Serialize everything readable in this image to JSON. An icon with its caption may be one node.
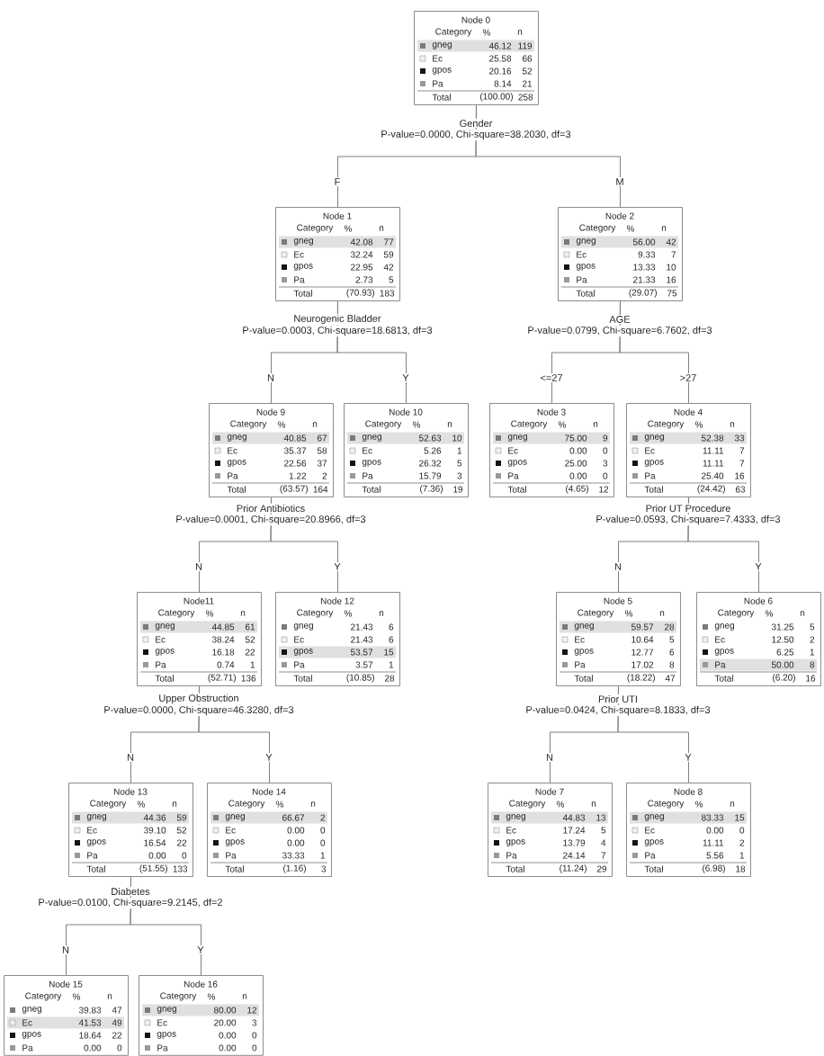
{
  "diagram": {
    "nodes": [
      {
        "text": [
          "Node 0",
          "Category",
          "%",
          "n",
          "gneg",
          "46.12",
          "119",
          "Ec",
          "25.58",
          "66",
          "gpos",
          "20.16",
          "52",
          "Pa",
          "8.14",
          "21",
          "Total",
          "(100.00)",
          "258"
        ],
        "beside": [
          "Gender",
          "P-value=0.0000, Chi-square=38.2030, df=3"
        ]
      },
      {
        "text": [
          "Node 1",
          "Category",
          "%",
          "n",
          "gneg",
          "42.08",
          "77",
          "Ec",
          "32.24",
          "59",
          "gpos",
          "22.95",
          "42",
          "Pa",
          "2.73",
          "5",
          "Total",
          "(70.93)",
          "183"
        ],
        "beside": [
          "Neurogenic Bladder",
          "P-value=0.0003, Chi-square=18.6813, df=3"
        ]
      },
      {
        "text": [
          "Node 2",
          "Category",
          "%",
          "n",
          "gneg",
          "56.00",
          "42",
          "Ec",
          "9.33",
          "7",
          "gpos",
          "13.33",
          "10",
          "Pa",
          "21.33",
          "16",
          "Total",
          "(29.07)",
          "75"
        ],
        "beside": [
          "AGE",
          "P-value=0.0799, Chi-square=6.7602, df=3"
        ]
      },
      {
        "text": [
          "Node 9",
          "Category",
          "%",
          "n",
          "gneg",
          "40.85",
          "67",
          "Ec",
          "35.37",
          "58",
          "gpos",
          "22.56",
          "37",
          "Pa",
          "1.22",
          "2",
          "Total",
          "(63.57)",
          "164"
        ],
        "beside": [
          "Prior Antibiotics",
          "P-value=0.0001, Chi-square=20.8966, df=3"
        ]
      },
      {
        "text": [
          "Node 10",
          "Category",
          "%",
          "n",
          "gneg",
          "52.63",
          "10",
          "Ec",
          "5.26",
          "1",
          "gpos",
          "26.32",
          "5",
          "Pa",
          "15.79",
          "3",
          "Total",
          "(7.36)",
          "19"
        ]
      },
      {
        "text": [
          "Node 3",
          "Category",
          "%",
          "n",
          "gneg",
          "75.00",
          "9",
          "Ec",
          "0.00",
          "0",
          "gpos",
          "25.00",
          "3",
          "Pa",
          "0.00",
          "0",
          "Total",
          "(4.65)",
          "12"
        ]
      },
      {
        "text": [
          "Node 4",
          "Category",
          "%",
          "n",
          "gneg",
          "52.38",
          "33",
          "Ec",
          "11.11",
          "7",
          "gpos",
          "11.11",
          "7",
          "Pa",
          "25.40",
          "16",
          "Total",
          "(24.42)",
          "63"
        ],
        "beside": [
          "Prior UT Procedure",
          "P-value=0.0593, Chi-square=7.4333, df=3"
        ]
      },
      {
        "text": [
          "Node11",
          "Category",
          "%",
          "n",
          "gneg",
          "44.85",
          "61",
          "Ec",
          "38.24",
          "52",
          "gpos",
          "16.18",
          "22",
          "Pa",
          "0.74",
          "1",
          "Total",
          "(52.71)",
          "136"
        ],
        "beside": [
          "Upper Obstruction",
          "P-value=0.0000, Chi-square=46.3280, df=3"
        ]
      },
      {
        "text": [
          "Node 12",
          "Category",
          "%",
          "n",
          "gneg",
          "21.43",
          "6",
          "Ec",
          "21.43",
          "6",
          "gpos",
          "53.57",
          "15",
          "Pa",
          "3.57",
          "1",
          "Total",
          "(10.85)",
          "28"
        ]
      },
      {
        "text": [
          "Node 5",
          "Category",
          "%",
          "n",
          "gneg",
          "59.57",
          "28",
          "Ec",
          "10.64",
          "5",
          "gpos",
          "12.77",
          "6",
          "Pa",
          "17.02",
          "8",
          "Total",
          "(18.22)",
          "47"
        ],
        "beside": [
          "Prior UTI",
          "P-value=0.0424, Chi-square=8.1833, df=3"
        ]
      },
      {
        "text": [
          "Node 6",
          "Category",
          "%",
          "n",
          "gneg",
          "31.25",
          "5",
          "Ec",
          "12.50",
          "2",
          "gpos",
          "6.25",
          "1",
          "Pa",
          "50.00",
          "8",
          "Total",
          "(6.20)",
          "16"
        ]
      },
      {
        "text": [
          "Node 13",
          "Category",
          "%",
          "n",
          "gneg",
          "44.36",
          "59",
          "Ec",
          "39.10",
          "52",
          "gpos",
          "16.54",
          "22",
          "Pa",
          "0.00",
          "0",
          "Total",
          "(51.55)",
          "133"
        ],
        "beside": [
          "Diabetes",
          "P-value=0.0100, Chi-square=9.2145, df=2"
        ]
      },
      {
        "text": [
          "Node 14",
          "Category",
          "%",
          "n",
          "gneg",
          "66.67",
          "2",
          "Ec",
          "0.00",
          "0",
          "gpos",
          "0.00",
          "0",
          "Pa",
          "33.33",
          "1",
          "Total",
          "(1.16)",
          "3"
        ]
      },
      {
        "text": [
          "Node 7",
          "Category",
          "%",
          "n",
          "gneg",
          "44.83",
          "13",
          "Ec",
          "17.24",
          "5",
          "gpos",
          "13.79",
          "4",
          "Pa",
          "24.14",
          "7",
          "Total",
          "(11.24)",
          "29"
        ]
      },
      {
        "text": [
          "Node 8",
          "Category",
          "%",
          "n",
          "gneg",
          "83.33",
          "15",
          "Ec",
          "0.00",
          "0",
          "gpos",
          "11.11",
          "2",
          "Pa",
          "5.56",
          "1",
          "Total",
          "(6.98)",
          "18"
        ]
      },
      {
        "text": [
          "Node 15",
          "Category",
          "%",
          "n",
          "gneg",
          "39.83",
          "47",
          "Ec",
          "41.53",
          "49",
          "gpos",
          "18.64",
          "22",
          "Pa",
          "0.00",
          "0"
        ]
      },
      {
        "text": [
          "Node 16",
          "Category",
          "%",
          "n",
          "gneg",
          "80.00",
          "12",
          "Ec",
          "20.00",
          "3",
          "gpos",
          "0.00",
          "0",
          "Pa",
          "0.00",
          "0"
        ]
      }
    ],
    "edges": [
      {
        "from": 0,
        "to": 1,
        "arrow": "none",
        "label": "F"
      },
      {
        "from": 0,
        "to": 2,
        "arrow": "none",
        "label": "M"
      },
      {
        "from": 1,
        "to": 3,
        "arrow": "none",
        "label": "N"
      },
      {
        "from": 1,
        "to": 4,
        "arrow": "none",
        "label": "Y"
      },
      {
        "from": 2,
        "to": 5,
        "arrow": "none",
        "label": "<=27"
      },
      {
        "from": 2,
        "to": 6,
        "arrow": "none",
        "label": ">27"
      },
      {
        "from": 3,
        "to": 7,
        "arrow": "none",
        "label": "N"
      },
      {
        "from": 3,
        "to": 8,
        "arrow": "none",
        "label": "Y"
      },
      {
        "from": 6,
        "to": 9,
        "arrow": "none",
        "label": "N"
      },
      {
        "from": 6,
        "to": 10,
        "arrow": "none",
        "label": "Y"
      },
      {
        "from": 7,
        "to": 11,
        "arrow": "none",
        "label": "N"
      },
      {
        "from": 7,
        "to": 12,
        "arrow": "none",
        "label": "Y"
      },
      {
        "from": 9,
        "to": 13,
        "arrow": "none",
        "label": "N"
      },
      {
        "from": 9,
        "to": 14,
        "arrow": "none",
        "label": "Y"
      },
      {
        "from": 11,
        "to": 15,
        "arrow": "none",
        "label": "N"
      },
      {
        "from": 11,
        "to": 16,
        "arrow": "none",
        "label": "Y"
      }
    ]
  }
}
